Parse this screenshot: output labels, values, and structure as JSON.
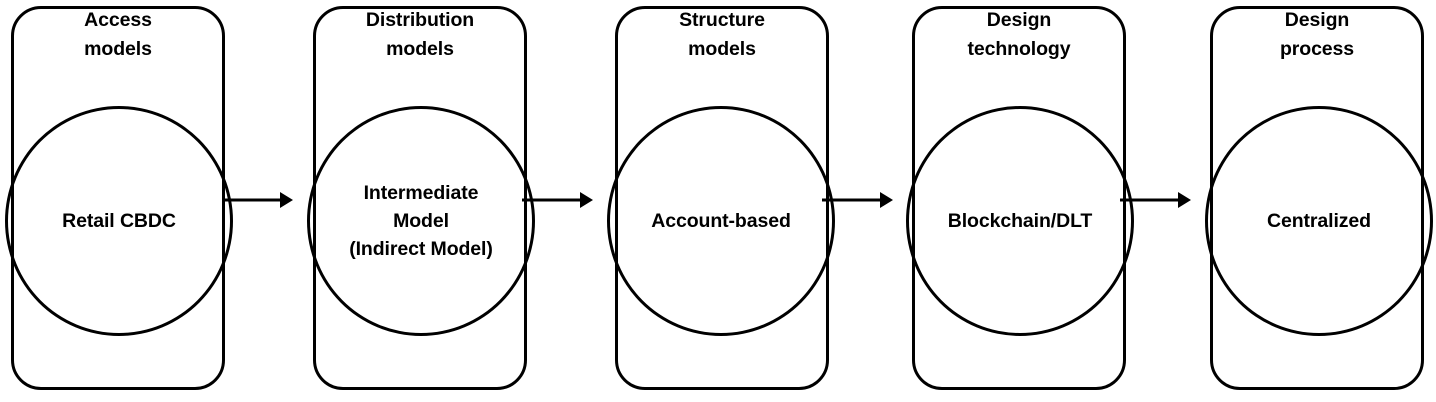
{
  "diagram": {
    "title": "Retail CBDC design choices flow",
    "orientation": "left-to-right",
    "stroke_color": "#000000",
    "background_color": "#ffffff",
    "stages": [
      {
        "id": "access-models",
        "heading": "Access\nmodels",
        "label": "Retail CBDC"
      },
      {
        "id": "distribution-models",
        "heading": "Distribution\nmodels",
        "label": "Intermediate\nModel\n(Indirect Model)"
      },
      {
        "id": "structure-models",
        "heading": "Structure\nmodels",
        "label": "Account-based"
      },
      {
        "id": "design-technology",
        "heading": "Design\ntechnology",
        "label": "Blockchain/DLT"
      },
      {
        "id": "design-process",
        "heading": "Design\nprocess",
        "label": "Centralized"
      }
    ],
    "connectors": [
      {
        "id": "arrow-1",
        "from": "access-models",
        "to": "distribution-models",
        "glyph": "arrow-right-icon"
      },
      {
        "id": "arrow-2",
        "from": "distribution-models",
        "to": "structure-models",
        "glyph": "arrow-right-icon"
      },
      {
        "id": "arrow-3",
        "from": "structure-models",
        "to": "design-technology",
        "glyph": "arrow-right-icon"
      },
      {
        "id": "arrow-4",
        "from": "design-technology",
        "to": "design-process",
        "glyph": "arrow-right-icon"
      }
    ]
  }
}
